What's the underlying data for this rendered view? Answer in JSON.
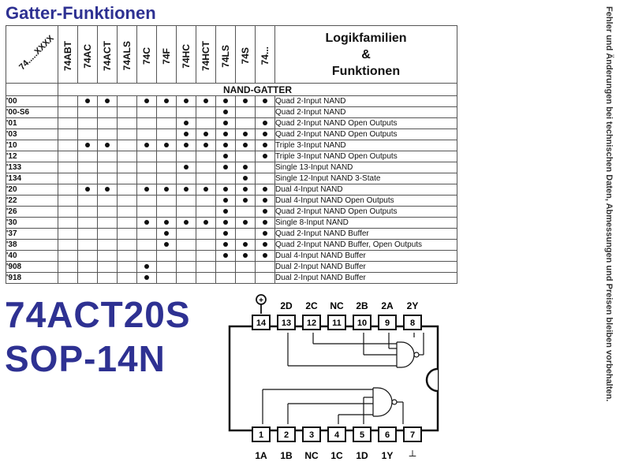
{
  "title": "Gatter-Funktionen",
  "side_note": "Fehler und Änderungen bei technischen Daten, Abmessungen und Preisen bleiben vorbehalten.",
  "table": {
    "corner_label": "74.....XXXX",
    "families": [
      "74ABT",
      "74AC",
      "74ACT",
      "74ALS",
      "74C",
      "74F",
      "74HC",
      "74HCT",
      "74LS",
      "74S",
      "74..."
    ],
    "function_header": [
      "Logikfamilien",
      "&",
      "Funktionen"
    ],
    "group_title": "NAND-GATTER",
    "rows": [
      {
        "num": "'00",
        "marks": [
          0,
          1,
          1,
          0,
          1,
          1,
          1,
          1,
          1,
          1,
          1
        ],
        "desc": "Quad 2-Input NAND"
      },
      {
        "num": "'00-S6",
        "marks": [
          0,
          0,
          0,
          0,
          0,
          0,
          0,
          0,
          1,
          0,
          0
        ],
        "desc": "Quad 2-Input NAND"
      },
      {
        "num": "'01",
        "marks": [
          0,
          0,
          0,
          0,
          0,
          0,
          1,
          0,
          1,
          0,
          1
        ],
        "desc": "Quad 2-Input NAND Open Outputs"
      },
      {
        "num": "'03",
        "marks": [
          0,
          0,
          0,
          0,
          0,
          0,
          1,
          1,
          1,
          1,
          1
        ],
        "desc": "Quad 2-Input NAND Open Outputs"
      },
      {
        "num": "'10",
        "marks": [
          0,
          1,
          1,
          0,
          1,
          1,
          1,
          1,
          1,
          1,
          1
        ],
        "desc": "Triple 3-Input NAND"
      },
      {
        "num": "'12",
        "marks": [
          0,
          0,
          0,
          0,
          0,
          0,
          0,
          0,
          1,
          0,
          1
        ],
        "desc": "Triple 3-Input NAND Open Outputs"
      },
      {
        "num": "'133",
        "marks": [
          0,
          0,
          0,
          0,
          0,
          0,
          1,
          0,
          1,
          1,
          0
        ],
        "desc": "Single 13-Input NAND"
      },
      {
        "num": "'134",
        "marks": [
          0,
          0,
          0,
          0,
          0,
          0,
          0,
          0,
          0,
          1,
          0
        ],
        "desc": "Single 12-Input NAND 3-State"
      },
      {
        "num": "'20",
        "marks": [
          0,
          1,
          1,
          0,
          1,
          1,
          1,
          1,
          1,
          1,
          1
        ],
        "desc": "Dual 4-Input NAND"
      },
      {
        "num": "'22",
        "marks": [
          0,
          0,
          0,
          0,
          0,
          0,
          0,
          0,
          1,
          1,
          1
        ],
        "desc": "Dual 4-Input NAND Open Outputs"
      },
      {
        "num": "'26",
        "marks": [
          0,
          0,
          0,
          0,
          0,
          0,
          0,
          0,
          1,
          0,
          1
        ],
        "desc": "Quad 2-Input NAND Open Outputs"
      },
      {
        "num": "'30",
        "marks": [
          0,
          0,
          0,
          0,
          1,
          1,
          1,
          1,
          1,
          1,
          1
        ],
        "desc": "Single 8-Input NAND"
      },
      {
        "num": "'37",
        "marks": [
          0,
          0,
          0,
          0,
          0,
          1,
          0,
          0,
          1,
          0,
          1
        ],
        "desc": "Quad 2-Input NAND Buffer"
      },
      {
        "num": "'38",
        "marks": [
          0,
          0,
          0,
          0,
          0,
          1,
          0,
          0,
          1,
          1,
          1
        ],
        "desc": "Quad 2-Input NAND Buffer, Open Outputs"
      },
      {
        "num": "'40",
        "marks": [
          0,
          0,
          0,
          0,
          0,
          0,
          0,
          0,
          1,
          1,
          1
        ],
        "desc": "Dual 4-Input NAND Buffer"
      },
      {
        "num": "'908",
        "marks": [
          0,
          0,
          0,
          0,
          1,
          0,
          0,
          0,
          0,
          0,
          0
        ],
        "desc": "Dual 2-Input NAND Buffer"
      },
      {
        "num": "'918",
        "marks": [
          0,
          0,
          0,
          0,
          1,
          0,
          0,
          0,
          0,
          0,
          0
        ],
        "desc": "Dual 2-Input NAND Buffer"
      }
    ]
  },
  "part_number": "74ACT20S",
  "package": "SOP-14N",
  "pinout": {
    "top_labels": [
      "2D",
      "2C",
      "NC",
      "2B",
      "2A",
      "2Y"
    ],
    "top_pins": [
      "14",
      "13",
      "12",
      "11",
      "10",
      "9",
      "8"
    ],
    "bottom_pins": [
      "1",
      "2",
      "3",
      "4",
      "5",
      "6",
      "7"
    ],
    "bottom_labels": [
      "1A",
      "1B",
      "NC",
      "1C",
      "1D",
      "1Y"
    ],
    "vcc_symbol": "+",
    "gnd_symbol": "┴"
  }
}
